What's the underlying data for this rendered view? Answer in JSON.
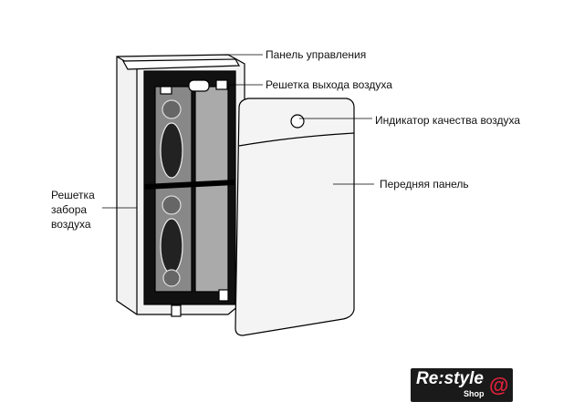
{
  "labels": {
    "control_panel": "Панель управления",
    "air_outlet_grille": "Решетка выхода воздуха",
    "air_quality_indicator": "Индикатор качества воздуха",
    "front_panel": "Передняя панель",
    "air_intake_grille_1": "Решетка",
    "air_intake_grille_2": "забора",
    "air_intake_grille_3": "воздуха"
  },
  "logo": {
    "main": "Re:style",
    "sub": "Shop",
    "mark": "@",
    "accent": "#e0203a"
  }
}
